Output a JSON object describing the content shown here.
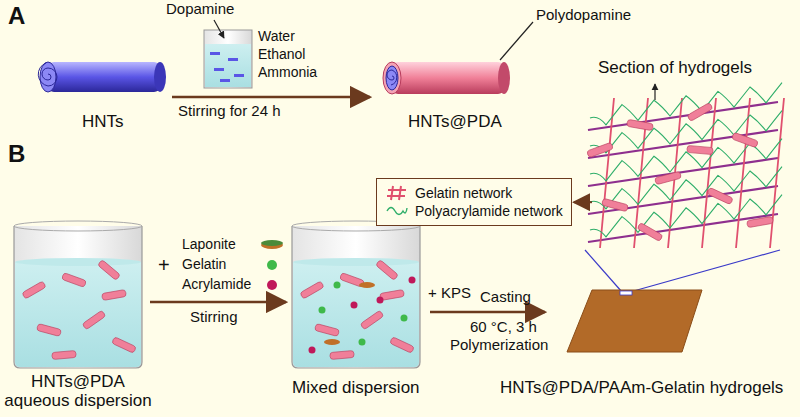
{
  "diagram": {
    "labels": [
      "A",
      "Dopamine",
      "Water",
      "Ethanol",
      "Ammonia",
      "Stirring for 24 h",
      "Polydopamine",
      "HNTs",
      "HNTs@PDA",
      "Section of hydrogels",
      "B",
      "+",
      "Laponite",
      "Gelatin",
      "Acrylamide",
      "Stirring",
      "+ KPS",
      "Casting",
      "60 °C, 3 h",
      "Polymerization",
      "HNTs@PDA aqueous dispersion",
      "Mixed dispersion",
      "HNTs@PDA/PAAm-Gelatin hydrogels"
    ],
    "legend": [
      {
        "text": "Gelatin network"
      },
      {
        "text": "Polyacrylamide network"
      }
    ]
  }
}
